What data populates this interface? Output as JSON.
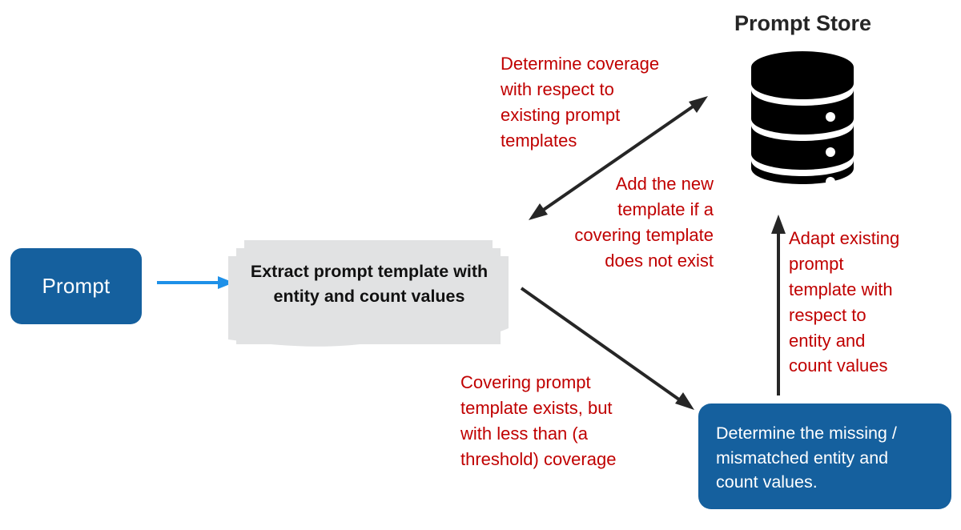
{
  "diagram": {
    "title": "Prompt Store",
    "nodes": {
      "prompt": {
        "label": "Prompt",
        "color": "#15609E",
        "shape": "rounded-rectangle"
      },
      "extract": {
        "label": "Extract prompt\ntemplate with entity\nand count values",
        "color": "#E1E2E3",
        "shape": "stacked-document"
      },
      "prompt_store": {
        "label": "Prompt Store",
        "icon": "database-icon",
        "color": "#000000"
      },
      "determine_missing": {
        "label": "Determine the missing /\nmismatched entity and\ncount values.",
        "color": "#15609E",
        "shape": "rounded-rectangle"
      }
    },
    "annotations": [
      {
        "name": "determine-coverage",
        "text": "Determine coverage\nwith respect to\nexisting prompt\ntemplates",
        "color": "#C00000",
        "align": "left"
      },
      {
        "name": "add-template",
        "text": "Add the new\ntemplate if a\ncovering template\ndoes not exist",
        "color": "#C00000",
        "align": "right"
      },
      {
        "name": "covering-threshold",
        "text": "Covering prompt\ntemplate exists, but\nwith less than (a\nthreshold) coverage",
        "color": "#C00000",
        "align": "left"
      },
      {
        "name": "adapt-existing",
        "text": "Adapt existing\nprompt\ntemplate with\nrespect to\nentity and\ncount values",
        "color": "#C00000",
        "align": "left"
      }
    ],
    "arrows": [
      {
        "name": "prompt-to-extract",
        "color": "#1E90E8",
        "heads": "single",
        "direction": "right"
      },
      {
        "name": "extract-to-store",
        "color": "#262626",
        "heads": "double",
        "direction": "diagonal-up-right"
      },
      {
        "name": "extract-to-determine",
        "color": "#262626",
        "heads": "single",
        "direction": "diagonal-down-right"
      },
      {
        "name": "determine-to-store",
        "color": "#262626",
        "heads": "single",
        "direction": "up"
      }
    ]
  }
}
